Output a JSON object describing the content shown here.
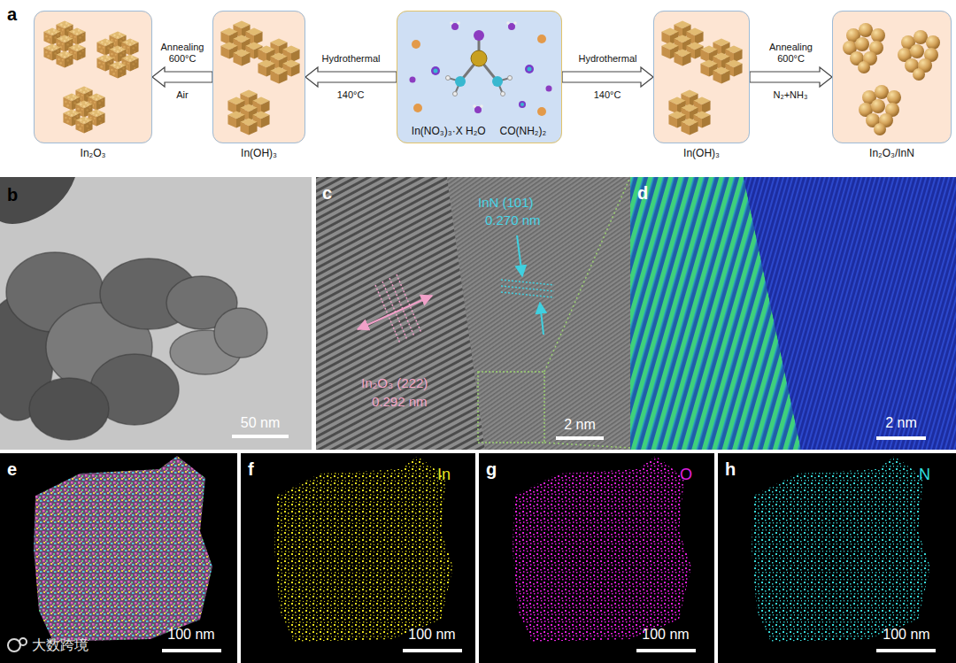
{
  "diagram": {
    "nodes": [
      {
        "text": [
          "In₂O₃"
        ]
      },
      {
        "text": [
          "In(OH)₃"
        ]
      },
      {
        "text": [
          "In(NO₃)₃·X H₂O",
          "CO(NH₂)₂"
        ]
      },
      {
        "text": [
          "In(OH)₃"
        ]
      },
      {
        "text": [
          "In₂O₃/InN"
        ]
      }
    ],
    "edges": [
      {
        "from": 1,
        "to": 0,
        "arrow": "to",
        "label": "Annealing 600°C"
      },
      {
        "from": 2,
        "to": 1,
        "arrow": "to",
        "label": "Hydrothermal"
      },
      {
        "from": 2,
        "to": 3,
        "arrow": "to",
        "label": "Hydrothermal"
      },
      {
        "from": 3,
        "to": 4,
        "arrow": "to",
        "label": "Annealing 600°C"
      }
    ],
    "labels": [
      "a",
      "Air",
      "140°C",
      "140°C",
      "N₂+NH₃",
      "b",
      "50 nm",
      "c",
      "InN (101)",
      "0.270 nm",
      "In₂O₃ (222)",
      "0.292 nm",
      "2 nm",
      "d",
      "2 nm",
      "e",
      "100 nm",
      "f",
      "In",
      "100 nm",
      "g",
      "O",
      "100 nm",
      "h",
      "N",
      "100 nm",
      "大数跨境"
    ]
  }
}
